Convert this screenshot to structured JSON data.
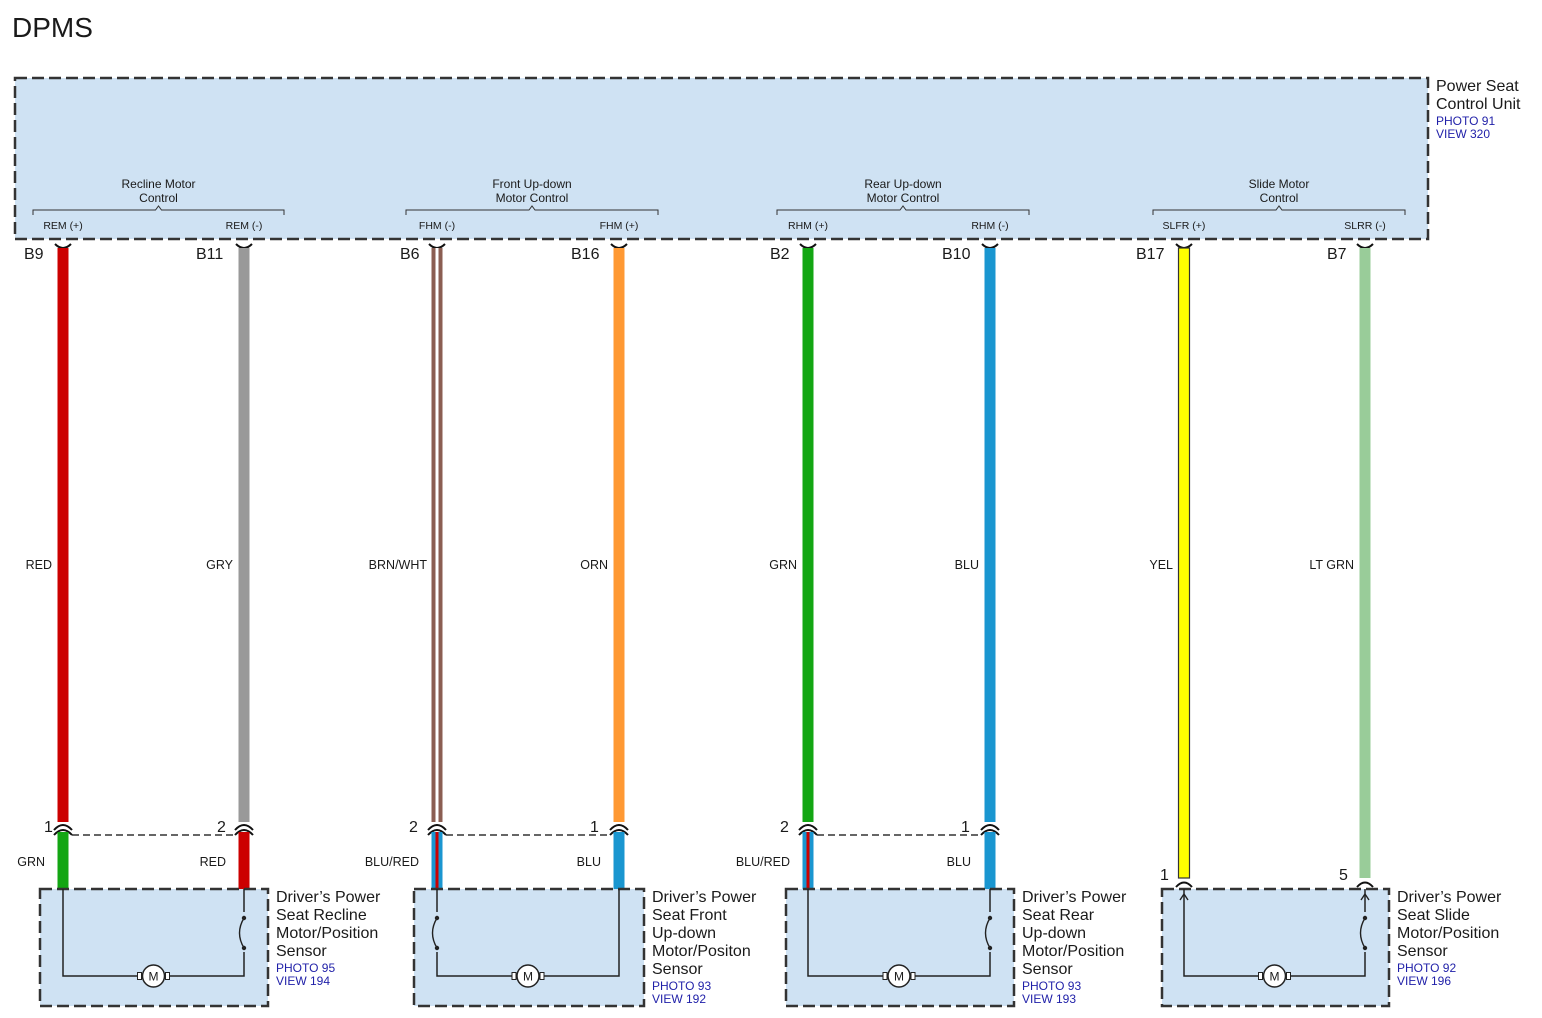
{
  "title": "DPMS",
  "control_unit": {
    "name_line1": "Power Seat",
    "name_line2": "Control Unit",
    "photo": "PHOTO 91",
    "view": "VIEW 320",
    "fill_color": "#cfe2f3"
  },
  "groups": [
    {
      "title_line1": "Recline Motor",
      "title_line2": "Control"
    },
    {
      "title_line1": "Front Up-down",
      "title_line2": "Motor Control"
    },
    {
      "title_line1": "Rear Up-down",
      "title_line2": "Motor Control"
    },
    {
      "title_line1": "Slide Motor",
      "title_line2": "Control"
    }
  ],
  "circuits": [
    {
      "signal": "REM (+)",
      "pin": "B9",
      "wire_label": "RED",
      "colors": [
        "#cc0000"
      ],
      "comp_pin": "1",
      "comp_wire_label": "GRN",
      "comp_colors": [
        "#13a613"
      ]
    },
    {
      "signal": "REM (-)",
      "pin": "B11",
      "wire_label": "GRY",
      "colors": [
        "#999999"
      ],
      "comp_pin": "2",
      "comp_wire_label": "RED",
      "comp_colors": [
        "#cc0000"
      ]
    },
    {
      "signal": "FHM (-)",
      "pin": "B6",
      "wire_label": "BRN/WHT",
      "colors": [
        "#8b5e52",
        "#ffffff"
      ],
      "comp_pin": "2",
      "comp_wire_label": "BLU/RED",
      "comp_colors": [
        "#1a96d0",
        "#cc0000"
      ]
    },
    {
      "signal": "FHM (+)",
      "pin": "B16",
      "wire_label": "ORN",
      "colors": [
        "#ff9933"
      ],
      "comp_pin": "1",
      "comp_wire_label": "BLU",
      "comp_colors": [
        "#1a96d0"
      ]
    },
    {
      "signal": "RHM (+)",
      "pin": "B2",
      "wire_label": "GRN",
      "colors": [
        "#13a613"
      ],
      "comp_pin": "2",
      "comp_wire_label": "BLU/RED",
      "comp_colors": [
        "#1a96d0",
        "#cc0000"
      ]
    },
    {
      "signal": "RHM (-)",
      "pin": "B10",
      "wire_label": "BLU",
      "colors": [
        "#1a96d0"
      ],
      "comp_pin": "1",
      "comp_wire_label": "BLU",
      "comp_colors": [
        "#1a96d0"
      ]
    },
    {
      "signal": "SLFR (+)",
      "pin": "B17",
      "wire_label": "YEL",
      "colors": [
        "#ffff00"
      ],
      "comp_pin": "1",
      "comp_wire_label": "",
      "comp_colors": [
        "#ffff00"
      ]
    },
    {
      "signal": "SLRR (-)",
      "pin": "B7",
      "wire_label": "LT GRN",
      "colors": [
        "#99cc99"
      ],
      "comp_pin": "5",
      "comp_wire_label": "",
      "comp_colors": [
        "#99cc99"
      ]
    }
  ],
  "components": [
    {
      "lines": [
        "Driver’s Power",
        "Seat Recline",
        "Motor/Position",
        "Sensor"
      ],
      "photo": "PHOTO 95",
      "view": "VIEW 194"
    },
    {
      "lines": [
        "Driver’s Power",
        "Seat Front",
        "Up-down",
        "Motor/Positon",
        "Sensor"
      ],
      "photo": "PHOTO 93",
      "view": "VIEW 192"
    },
    {
      "lines": [
        "Driver’s Power",
        "Seat Rear",
        "Up-down",
        "Motor/Position",
        "Sensor"
      ],
      "photo": "PHOTO 93",
      "view": "VIEW 193"
    },
    {
      "lines": [
        "Driver’s Power",
        "Seat Slide",
        "Motor/Position",
        "Sensor"
      ],
      "photo": "PHOTO 92",
      "view": "VIEW 196"
    }
  ],
  "motor_symbol": "M"
}
